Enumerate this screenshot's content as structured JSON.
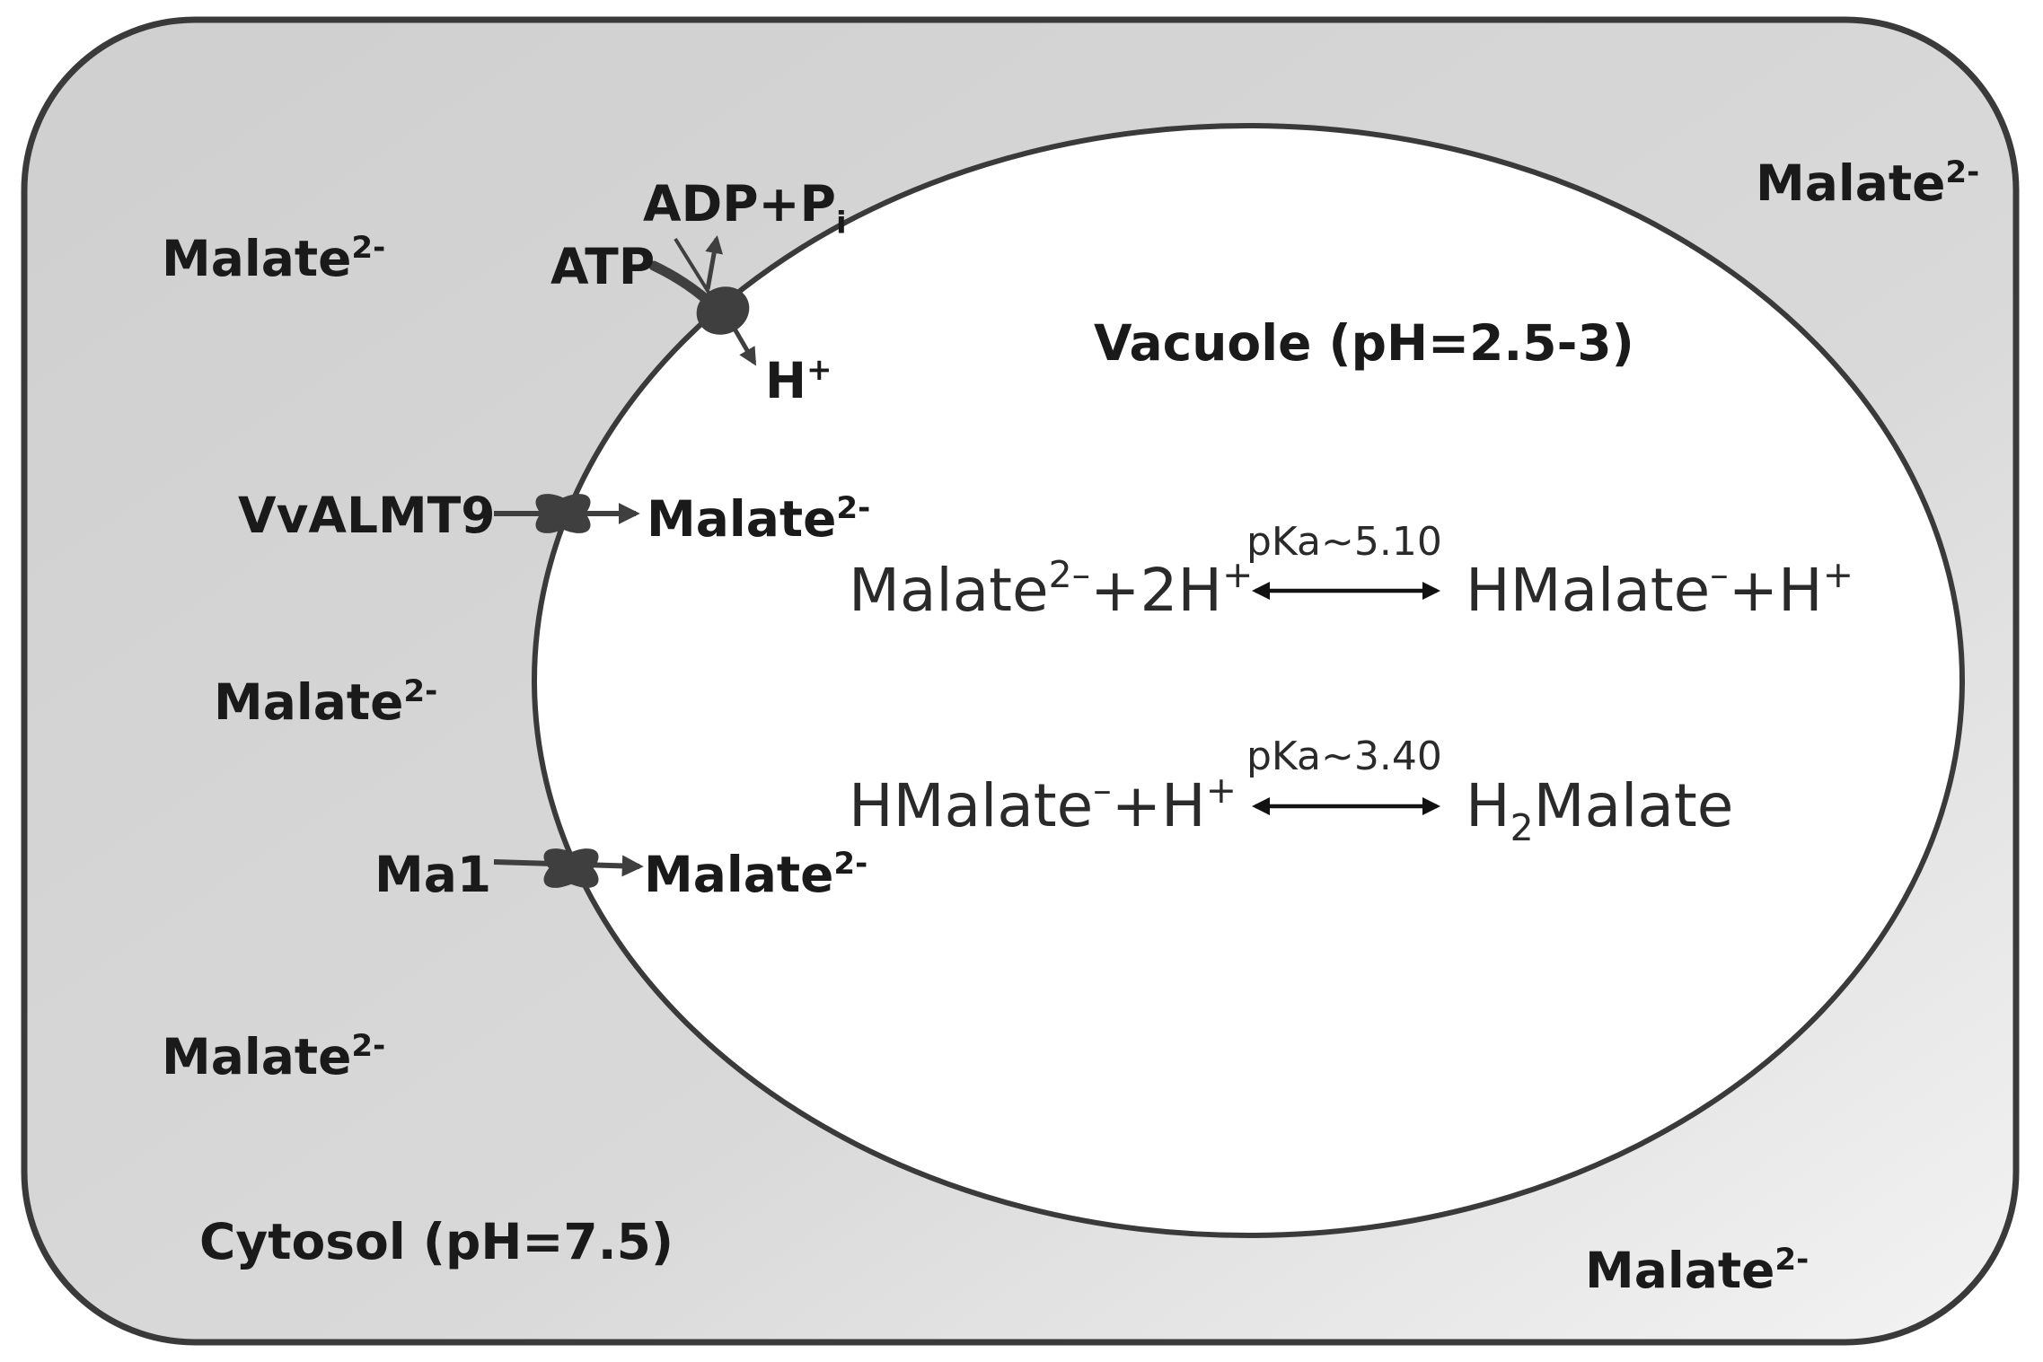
{
  "cytosol": {
    "label": "Cytosol (pH=7.5)",
    "malate_labels": [
      {
        "base": "Malate",
        "sup": "2-"
      },
      {
        "base": "Malate",
        "sup": "2-"
      },
      {
        "base": "Malate",
        "sup": "2-"
      },
      {
        "base": "Malate",
        "sup": "2-"
      },
      {
        "base": "Malate",
        "sup": "2-"
      }
    ]
  },
  "vacuole": {
    "label": "Vacuole (pH=2.5-3)"
  },
  "pump": {
    "atp": "ATP",
    "adp_base": "ADP+P",
    "adp_sub": "i",
    "h_base": "H",
    "h_sup": "+"
  },
  "transporters": [
    {
      "name": "VvALMT9",
      "product_base": "Malate",
      "product_sup": "2-"
    },
    {
      "name": "Ma1",
      "product_base": "Malate",
      "product_sup": "2-"
    }
  ],
  "equilibria": [
    {
      "pka": "pKa~5.10",
      "left": [
        {
          "t": "Malate"
        },
        {
          "t": "2–",
          "sup": true
        },
        {
          "t": "+2H"
        },
        {
          "t": "+",
          "sup": true
        }
      ],
      "right": [
        {
          "t": "HMalate"
        },
        {
          "t": "–",
          "sup": true
        },
        {
          "t": "+H"
        },
        {
          "t": "+",
          "sup": true
        }
      ]
    },
    {
      "pka": "pKa~3.40",
      "left": [
        {
          "t": "HMalate"
        },
        {
          "t": "–",
          "sup": true
        },
        {
          "t": "+H"
        },
        {
          "t": "+",
          "sup": true
        }
      ],
      "right": [
        {
          "t": "H"
        },
        {
          "t": "2",
          "sub": true
        },
        {
          "t": "Malate"
        }
      ]
    }
  ],
  "colors": {
    "cell_gradient_start": "#cfcfcf",
    "cell_gradient_end": "#f3f3f3",
    "outline": "#3a3a3a",
    "protein": "#3f3f3f",
    "vacuole_fill": "#ffffff"
  }
}
